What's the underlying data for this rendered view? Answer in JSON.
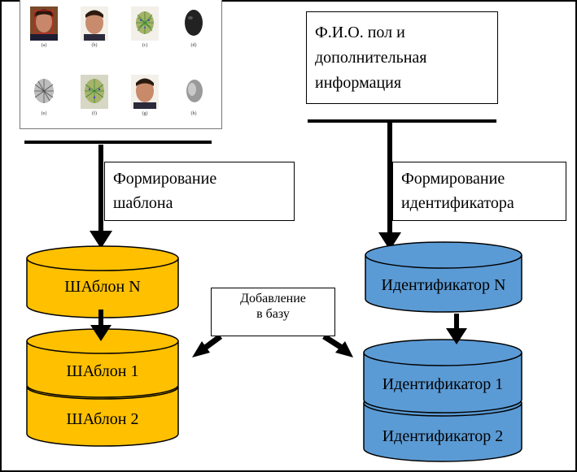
{
  "photos": {
    "captions": [
      "(a)",
      "(b)",
      "(c)",
      "(d)",
      "(e)",
      "(f)",
      "(g)",
      "(h)"
    ]
  },
  "info_box": {
    "lines": [
      "Ф.И.О. пол и",
      "дополнительная",
      "информация"
    ]
  },
  "template_process": {
    "lines": [
      "Формирование",
      "шаблона"
    ]
  },
  "identifier_process": {
    "lines": [
      "Формирование",
      "идентификатора"
    ]
  },
  "add_to_db": {
    "lines": [
      "Добавление",
      "в базу"
    ]
  },
  "templates": {
    "n": "ШАблон N",
    "first": "ШАблон 1",
    "second": "ШАблон 2"
  },
  "identifiers": {
    "n": "Идентификатор N",
    "first": "Идентификатор 1",
    "second": "Идентификатор 2"
  },
  "colors": {
    "template_db": "#FFC000",
    "identifier_db": "#5B9BD5",
    "outline": "#000000"
  }
}
